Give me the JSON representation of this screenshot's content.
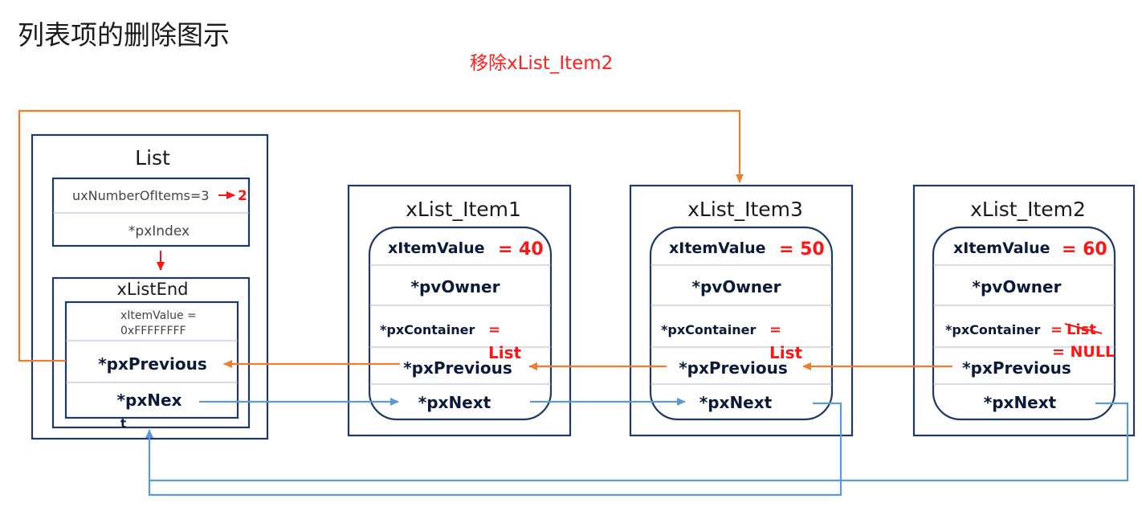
{
  "title": "列表项的删除图示",
  "subtitle": "移除xList_Item2",
  "list": {
    "header": "List",
    "ux_number": "uxNumberOfItems=3",
    "ux_number_new": "2",
    "px_index": "*pxIndex",
    "list_end": {
      "header": "xListEnd",
      "item_value_line1": "xItemValue =",
      "item_value_line2": "0xFFFFFFFF",
      "px_previous": "*pxPrevious",
      "px_next": "*pxNex",
      "cursor_mark": "t"
    }
  },
  "nodes": [
    {
      "header": "xList_Item1",
      "item_value": "xItemValue",
      "value_eq": "= 40",
      "pv_owner": "*pvOwner",
      "px_container": "*pxContainer",
      "container_eq": "=",
      "container_value": "List",
      "px_previous": "*pxPrevious",
      "px_next": "*pxNext"
    },
    {
      "header": "xList_Item3",
      "item_value": "xItemValue",
      "value_eq": "= 50",
      "pv_owner": "*pvOwner",
      "px_container": "*pxContainer",
      "container_eq": "=",
      "container_value": "List",
      "px_previous": "*pxPrevious",
      "px_next": "*pxNext"
    },
    {
      "header": "xList_Item2",
      "item_value": "xItemValue",
      "value_eq": "= 60",
      "pv_owner": "*pvOwner",
      "px_container": "*pxContainer",
      "container_eq": "=",
      "container_value_struck": "List",
      "container_new_value": "= NULL",
      "px_previous": "*pxPrevious",
      "px_next": "*pxNext"
    }
  ],
  "colors": {
    "box_border": "#1f3864",
    "annotation_red": "#ff1414",
    "previous_arrow_orange": "#ed7d31",
    "next_arrow_blue": "#5b9bd5"
  }
}
